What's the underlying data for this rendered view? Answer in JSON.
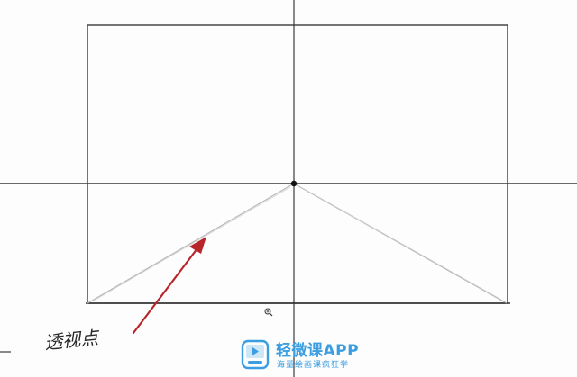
{
  "image": {
    "handwritten_annotation": "透视点",
    "watermark": {
      "title": "轻微课APP",
      "subtitle": "海量绘画课疯狂学"
    },
    "icons": {
      "zoom": "zoom-in-icon",
      "logo": "video-play-logo-icon"
    },
    "colors": {
      "pencil": "#3a3a3a",
      "light_pencil": "#b8b8b8",
      "arrow": "#b8262b",
      "watermark": "#3b9ee0"
    }
  }
}
